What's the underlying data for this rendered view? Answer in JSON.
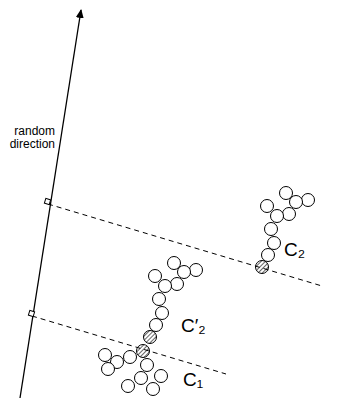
{
  "diagram": {
    "labels": [
      "random direction",
      "C₂",
      "C′₂",
      "C₁"
    ]
  }
}
